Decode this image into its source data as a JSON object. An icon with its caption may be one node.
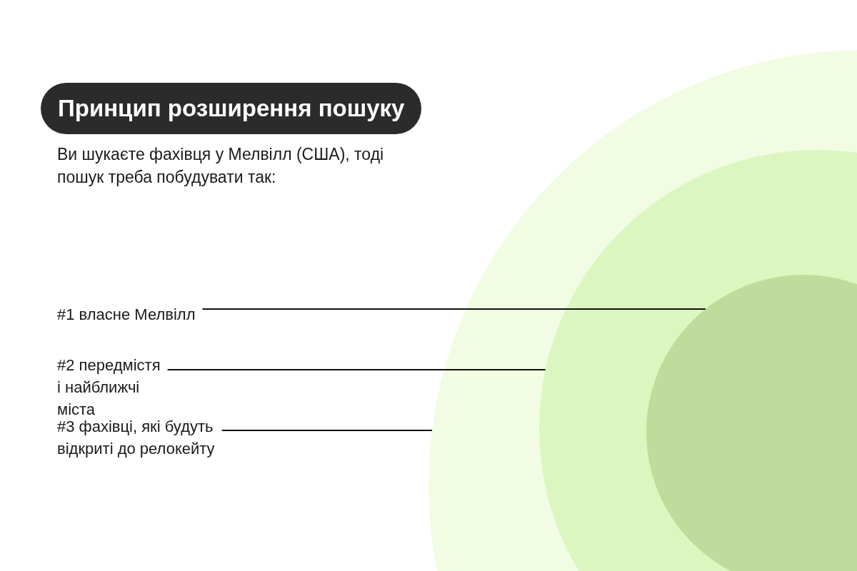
{
  "diagram": {
    "title": "Принцип розширення пошуку",
    "nodes": [
      {
        "text": [
          "#1 власне Мелвілл"
        ]
      },
      {
        "text": [
          "#2 передмістя і найближчі міста"
        ]
      },
      {
        "text": [
          "#3 фахівці, які будуть відкриті до релокейту"
        ]
      },
      {
        "text": [],
        "shape": "circle"
      },
      {
        "text": [],
        "shape": "circle",
        "in": 3
      },
      {
        "text": [],
        "shape": "circle",
        "in": 4
      }
    ],
    "edges": [
      {
        "from": 0,
        "to": 5,
        "arrow": "none"
      },
      {
        "from": 1,
        "to": 4,
        "arrow": "none"
      },
      {
        "from": 2,
        "to": 3,
        "arrow": "none"
      }
    ],
    "labels": [
      "Ви шукаєте фахівця у Мелвілл (США), тоді пошук треба побудувати так:"
    ]
  }
}
